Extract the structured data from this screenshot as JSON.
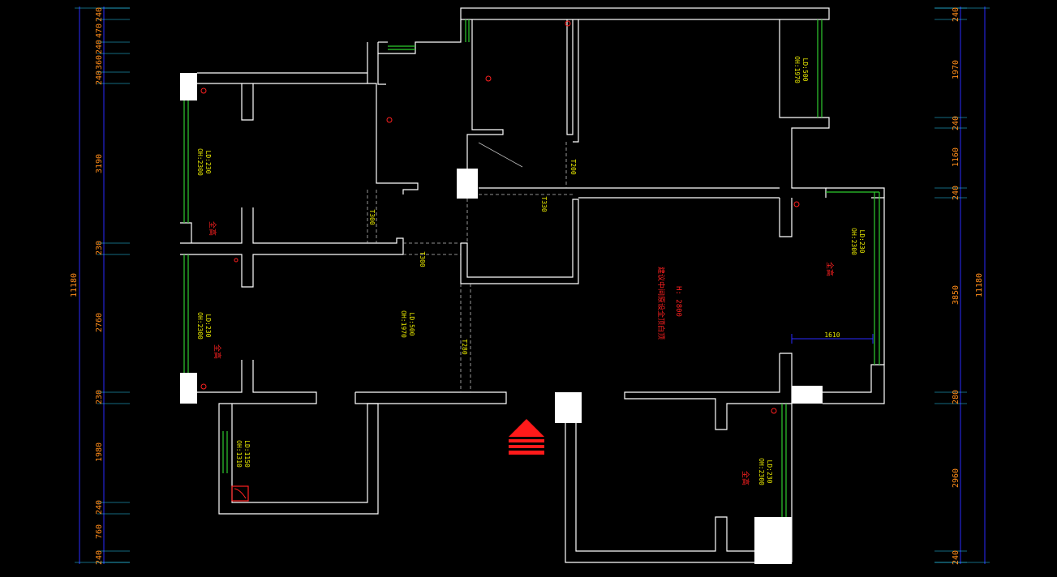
{
  "drawing": {
    "left_dims": [
      "240",
      "470",
      "240",
      "360",
      "240",
      "3190",
      "230",
      "2760",
      "230",
      "1980",
      "240",
      "760",
      "240"
    ],
    "left_total": "11180",
    "right_dims": [
      "240",
      "1970",
      "240",
      "1160",
      "240",
      "3850",
      "280",
      "2960",
      "240"
    ],
    "right_total": "11180",
    "inner_dim": "1610",
    "openings": {
      "t300a": "T300",
      "t330": "T330",
      "t200": "T200",
      "t300b": "T300",
      "t280": "T280"
    },
    "window_tags": {
      "w_ne": {
        "ld": "LD:500",
        "oh": "OH:1970"
      },
      "w_w1": {
        "ld": "LD:230",
        "oh": "OH:2300"
      },
      "w_w2": {
        "ld": "LD:230",
        "oh": "OH:2300"
      },
      "w_e": {
        "ld": "LD:230",
        "oh": "OH:2300"
      },
      "w_se": {
        "ld": "LD:230",
        "oh": "OH:2300"
      },
      "w_sw": {
        "ld": "LD:1150",
        "oh": "OH:1310"
      },
      "w_mid": {
        "ld": "LD:500",
        "oh": "OH:1970"
      }
    },
    "notes": {
      "n1": "全高",
      "n2": "全高",
      "n3": "全高",
      "n4": "全高",
      "height": "H: 2800",
      "living": "建议中间原设全顶白顶"
    },
    "colors": {
      "background": "#000000",
      "wall": "#ffffff",
      "window": "#2ecc2e",
      "dimension_text": "#ff8c1a",
      "label_text": "#e8e800",
      "annotation": "#ff2020",
      "dimension_line": "#2a2aff"
    },
    "icons": [
      "entrance-arrow-icon",
      "toilet-icon",
      "socket-marker-icon"
    ]
  }
}
